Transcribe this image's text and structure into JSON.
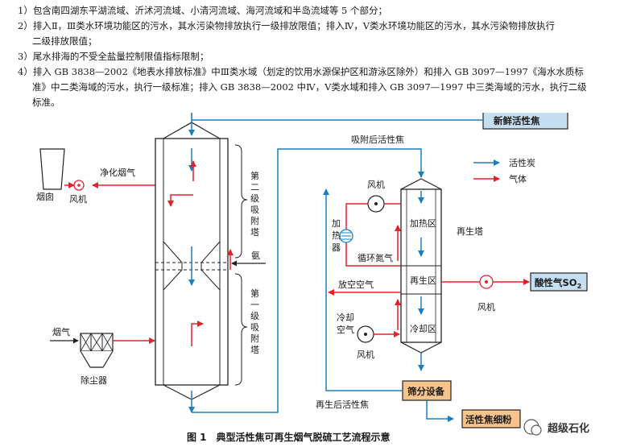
{
  "notes": [
    "1）包含南四湖东平湖流域、沂沭河流域、小清河流域、海河流域和半岛流域等 5 个部分；",
    "2）排入Ⅱ，Ⅲ类水环境功能区的污水，其水污染物排放执行一级排放限值；排入Ⅳ，Ⅴ类水环境功能区的污水，其水污染物排放执行",
    "二级排放限值；",
    "3）尾水排海的不受全盐量控制限值指标限制；",
    "4）排入 GB 3838—2002《地表水排放标准》中Ⅲ类水域（划定的饮用水源保护区和游泳区除外）和排入 GB 3097—1997《海水水质标",
    "准》中二类海域的污水，执行一级标准；排入 GB 3838—2002 中Ⅳ，Ⅴ类水域和排入 GB 3097—1997 中三类海域的污水，执行二级",
    "标准。"
  ],
  "diagram": {
    "chimney": "烟囱",
    "fan": "风机",
    "clean_gas": "净化烟气",
    "flue_gas": "烟气",
    "dust_collector": "除尘器",
    "ammonia": "氨",
    "stage2_chars": [
      "第",
      "二",
      "级",
      "吸",
      "附",
      "塔"
    ],
    "stage1_chars": [
      "第",
      "一",
      "级",
      "吸",
      "附",
      "塔"
    ],
    "adsorbed_coke": "吸附后活性焦",
    "fresh_coke": "新鲜活性焦",
    "legend_carbon": "活性炭",
    "legend_gas": "气体",
    "heating_zone": "加热区",
    "regen_zone": "再生区",
    "cooling_zone": "冷却区",
    "regen_tower": "再生塔",
    "heater_chars": [
      "加",
      "热",
      "器"
    ],
    "circ_n2": "循环氮气",
    "vent_air": "放空空气",
    "cool_air_1": "冷却",
    "cool_air_2": "空气",
    "acid_gas": "酸性气SO",
    "acid_gas_sub": "2",
    "screening": "筛分设备",
    "regen_coke": "再生后活性焦",
    "fines": "活性焦细粉",
    "caption": "图 1　典型活性焦可再生烟气脱硫工艺流程示意",
    "watermark": "超级石化",
    "colors": {
      "carbon": "#1a7fc1",
      "gas": "#e5202a",
      "box": "#c5dff0",
      "orange": "#f6c38a"
    }
  }
}
